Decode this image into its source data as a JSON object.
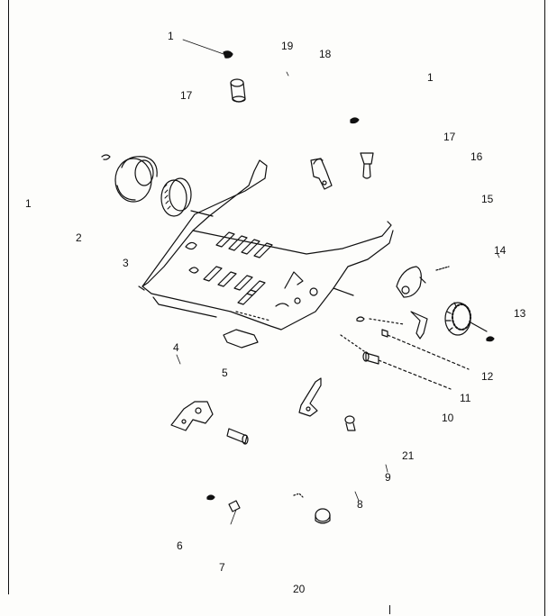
{
  "figure": {
    "title": "",
    "part_labels": [
      {
        "id": "p1a",
        "text": "1"
      },
      {
        "id": "p19",
        "text": "19"
      },
      {
        "id": "p18",
        "text": "18"
      },
      {
        "id": "p1b",
        "text": "1"
      },
      {
        "id": "p17a",
        "text": "17"
      },
      {
        "id": "p17b",
        "text": "17"
      },
      {
        "id": "p16",
        "text": "16"
      },
      {
        "id": "p1c",
        "text": "1"
      },
      {
        "id": "p15",
        "text": "15"
      },
      {
        "id": "p2",
        "text": "2"
      },
      {
        "id": "p3",
        "text": "3"
      },
      {
        "id": "p14",
        "text": "14"
      },
      {
        "id": "p13",
        "text": "13"
      },
      {
        "id": "p12",
        "text": "12"
      },
      {
        "id": "p4",
        "text": "4"
      },
      {
        "id": "p5",
        "text": "5"
      },
      {
        "id": "p11",
        "text": "11"
      },
      {
        "id": "p10",
        "text": "10"
      },
      {
        "id": "p21",
        "text": "21"
      },
      {
        "id": "p9",
        "text": "9"
      },
      {
        "id": "p8",
        "text": "8"
      },
      {
        "id": "p6",
        "text": "6"
      },
      {
        "id": "p7",
        "text": "7"
      },
      {
        "id": "p20",
        "text": "20"
      }
    ]
  }
}
